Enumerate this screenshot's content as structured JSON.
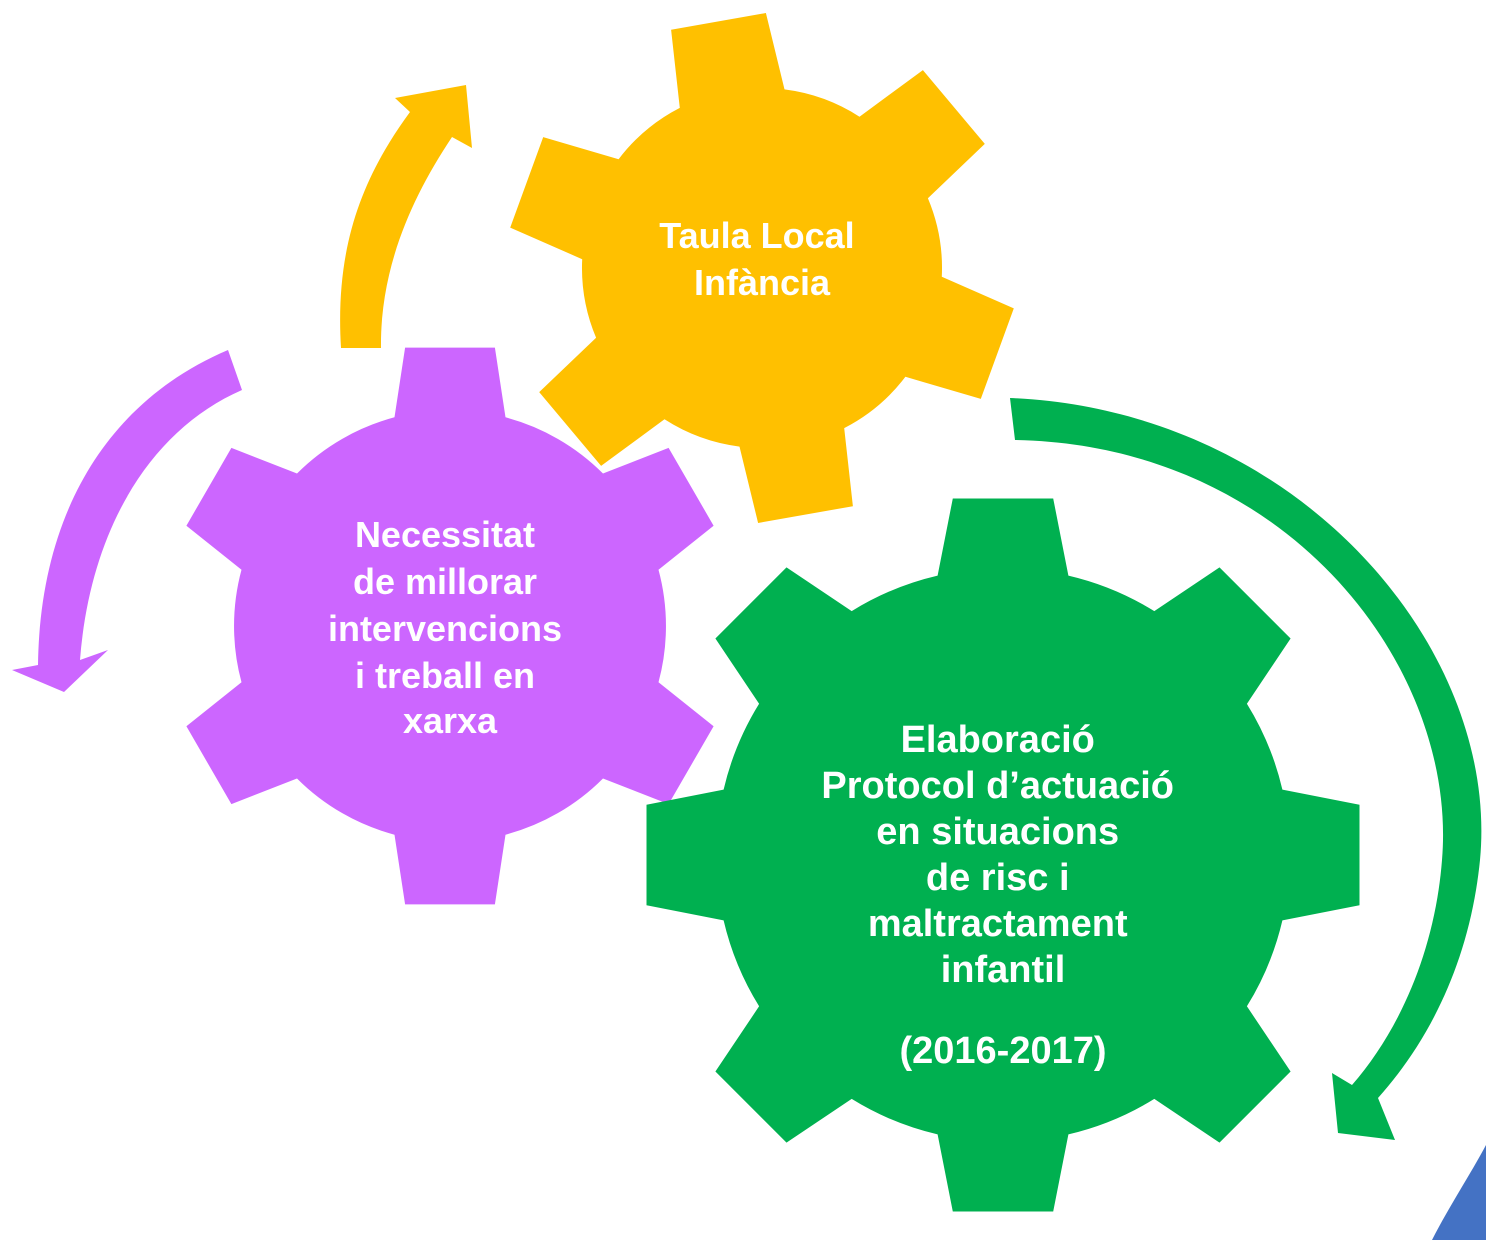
{
  "gears": [
    {
      "key": "yellow",
      "color": "#FFC000",
      "lines": [
        "Taula Local",
        "Infància"
      ]
    },
    {
      "key": "purple",
      "color": "#CC66FF",
      "lines": [
        "Necessitat",
        "de millorar",
        "intervencions",
        "i treball en",
        "xarxa"
      ]
    },
    {
      "key": "green",
      "color": "#00B050",
      "lines": [
        "Elaboració",
        "Protocol d’actuació",
        "en situacions",
        "de risc i",
        "maltractament",
        "infantil"
      ],
      "extra": "(2016-2017)"
    }
  ],
  "arrows": [
    {
      "key": "yellow",
      "color": "#FFC000"
    },
    {
      "key": "purple",
      "color": "#CC66FF"
    },
    {
      "key": "green",
      "color": "#00B050"
    }
  ],
  "corner_shape_color": "#4472C4"
}
